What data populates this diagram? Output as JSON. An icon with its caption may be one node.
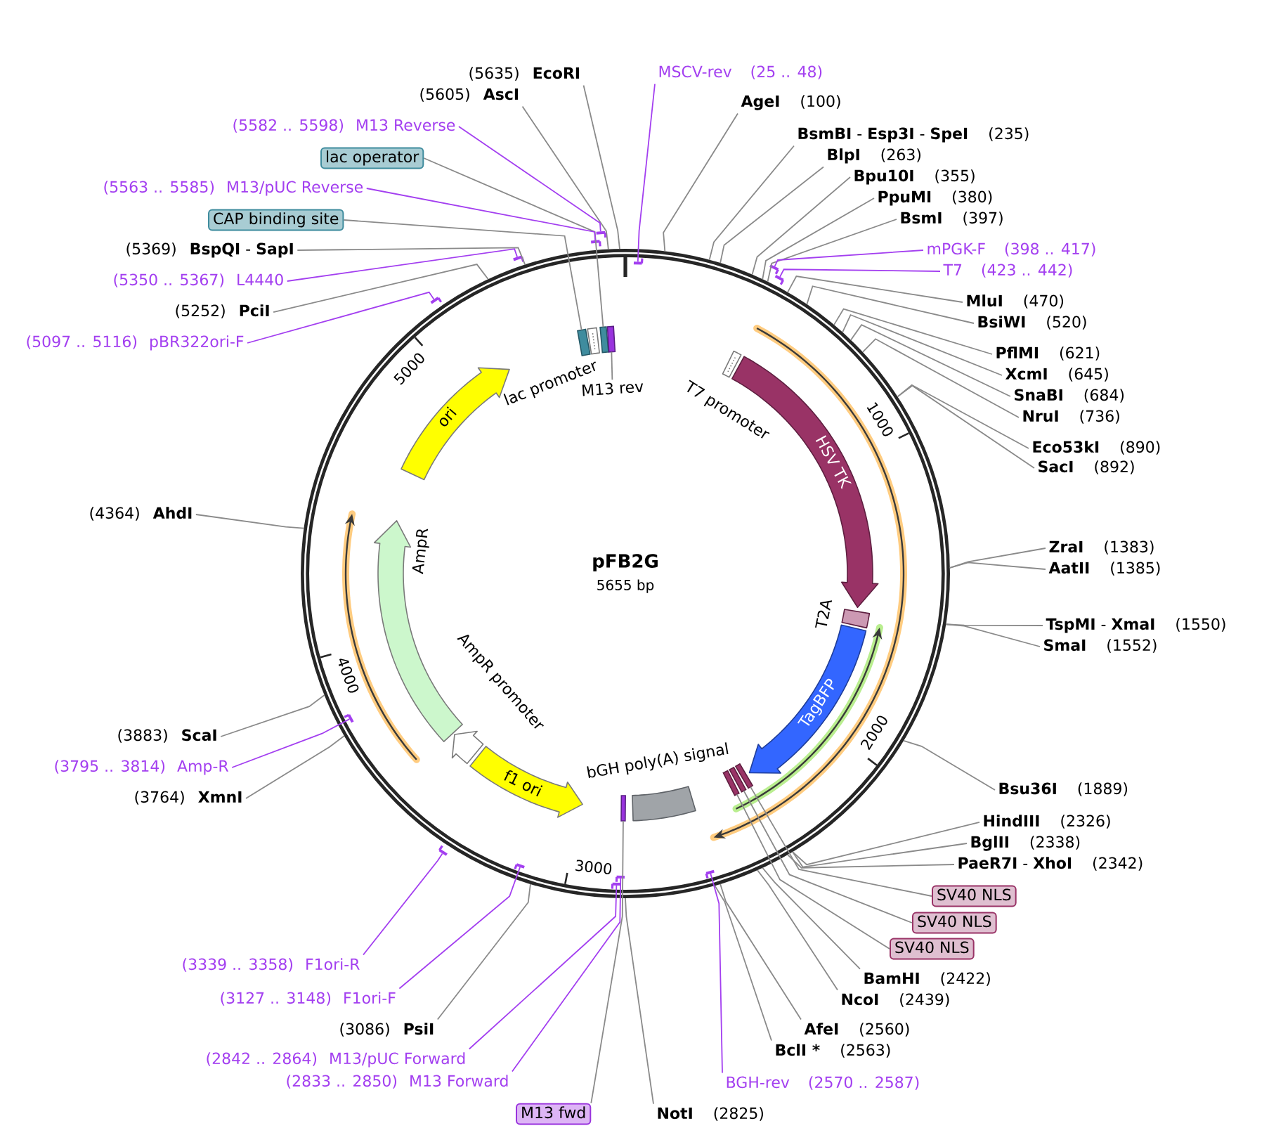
{
  "diagram": {
    "nodes": [
      {
        "text": [
          "pFB2G",
          "5655 bp"
        ]
      },
      {
        "text": [],
        "shape": "box",
        "in": 0
      },
      {
        "text": [
          "lac promoter"
        ],
        "in": 0
      },
      {
        "text": [],
        "shape": "box",
        "in": 0
      },
      {
        "text": [],
        "shape": "box",
        "in": 0
      },
      {
        "text": [
          "M13 rev"
        ],
        "in": 0
      },
      {
        "text": [
          "T7 promoter"
        ],
        "in": 0
      },
      {
        "text": [
          "HSV TK"
        ],
        "in": 0
      },
      {
        "text": [
          "T2A"
        ],
        "in": 0
      },
      {
        "text": [
          "TagBFP"
        ],
        "in": 0
      },
      {
        "text": [],
        "shape": "box",
        "in": 0
      },
      {
        "text": [],
        "shape": "box",
        "in": 0
      },
      {
        "text": [],
        "shape": "box",
        "in": 0
      },
      {
        "text": [
          "bGH poly(A) signal"
        ],
        "in": 0
      },
      {
        "text": [],
        "shape": "box",
        "in": 0
      },
      {
        "text": [
          "f1 ori"
        ],
        "in": 0
      },
      {
        "text": [
          "AmpR promoter"
        ],
        "in": 0
      },
      {
        "text": [
          "AmpR"
        ],
        "in": 0
      },
      {
        "text": [
          "ori"
        ],
        "in": 0
      },
      {
        "text": [
          "MSCV-rev",
          "(25 .. 48)"
        ]
      },
      {
        "text": [
          "(5635)",
          "EcoRI"
        ]
      },
      {
        "text": [
          "(5605)",
          "AscI"
        ]
      },
      {
        "text": [
          "AgeI",
          "(100)"
        ]
      },
      {
        "text": [
          "(5582 .. 5598)",
          "M13 Reverse"
        ]
      },
      {
        "text": [
          "**BsmBI** - **Esp3I** - **SpeI**",
          "(235)"
        ]
      },
      {
        "text": [
          "BlpI",
          "(263)"
        ]
      },
      {
        "text": [
          "lac operator"
        ]
      },
      {
        "text": [
          "Bpu10I",
          "(355)"
        ]
      },
      {
        "text": [
          "(5563 .. 5585)",
          "M13/pUC Reverse"
        ]
      },
      {
        "text": [
          "PpuMI",
          "(380)"
        ]
      },
      {
        "text": [
          "CAP binding site"
        ]
      },
      {
        "text": [
          "BsmI",
          "(397)"
        ]
      },
      {
        "text": [
          "(5369)",
          "**BspQI** - **SapI**"
        ]
      },
      {
        "text": [
          "mPGK-F",
          "(398 .. 417)"
        ]
      },
      {
        "text": [
          "T7",
          "(423 .. 442)"
        ]
      },
      {
        "text": [
          "(5350 .. 5367)",
          "L4440"
        ]
      },
      {
        "text": [
          "MluI",
          "(470)"
        ]
      },
      {
        "text": [
          "(5252)",
          "PciI"
        ]
      },
      {
        "text": [
          "BsiWI",
          "(520)"
        ]
      },
      {
        "text": [
          "(5097 .. 5116)",
          "pBR322ori-F"
        ]
      },
      {
        "text": [
          "PflMI",
          "(621)"
        ]
      },
      {
        "text": [
          "XcmI",
          "(645)"
        ]
      },
      {
        "text": [
          "SnaBI",
          "(684)"
        ]
      },
      {
        "text": [
          "NruI",
          "(736)"
        ]
      },
      {
        "text": [
          "Eco53kI",
          "(890)"
        ]
      },
      {
        "text": [
          "SacI",
          "(892)"
        ]
      },
      {
        "text": [
          "(4364)",
          "AhdI"
        ]
      },
      {
        "text": [
          "ZraI",
          "(1383)"
        ]
      },
      {
        "text": [
          "AatII",
          "(1385)"
        ]
      },
      {
        "text": [
          "**TspMI** - **XmaI**",
          "(1550)"
        ]
      },
      {
        "text": [
          "SmaI",
          "(1552)"
        ]
      },
      {
        "text": [
          "(3883)",
          "ScaI"
        ]
      },
      {
        "text": [
          "(3795 .. 3814)",
          "Amp-R"
        ]
      },
      {
        "text": [
          "Bsu36I",
          "(1889)"
        ]
      },
      {
        "text": [
          "(3764)",
          "XmnI"
        ]
      },
      {
        "text": [
          "HindIII",
          "(2326)"
        ]
      },
      {
        "text": [
          "BglII",
          "(2338)"
        ]
      },
      {
        "text": [
          "**PaeR7I** - **XhoI**",
          "(2342)"
        ]
      },
      {
        "text": [
          "SV40 NLS"
        ]
      },
      {
        "text": [
          "SV40 NLS"
        ]
      },
      {
        "text": [
          "SV40 NLS"
        ]
      },
      {
        "text": [
          "(3339 .. 3358)",
          "F1ori-R"
        ]
      },
      {
        "text": [
          "BamHI",
          "(2422)"
        ]
      },
      {
        "text": [
          "(3127 .. 3148)",
          "F1ori-F"
        ]
      },
      {
        "text": [
          "NcoI",
          "(2439)"
        ]
      },
      {
        "text": [
          "(3086)",
          "PsiI"
        ]
      },
      {
        "text": [
          "AfeI",
          "(2560)"
        ]
      },
      {
        "text": [
          "BclI *",
          "(2563)"
        ]
      },
      {
        "text": [
          "(2842 .. 2864)",
          "M13/pUC Forward"
        ]
      },
      {
        "text": [
          "(2833 .. 2850)",
          "M13 Forward"
        ]
      },
      {
        "text": [
          "BGH-rev",
          "(2570 .. 2587)"
        ]
      },
      {
        "text": [
          "M13 fwd"
        ]
      },
      {
        "text": [
          "NotI",
          "(2825)"
        ]
      },
      {
        "text": [],
        "shape": "bar",
        "in": 0
      },
      {
        "text": [],
        "shape": "bar"
      },
      {
        "text": [],
        "shape": "bar"
      },
      {
        "text": [],
        "shape": "bar",
        "in": 0
      },
      {
        "text": [],
        "shape": "bar",
        "in": 0
      },
      {
        "text": [],
        "shape": "bar",
        "in": 0
      },
      {
        "text": [],
        "shape": "bar",
        "in": 0
      },
      {
        "text": [],
        "shape": "bar",
        "in": 0
      },
      {
        "text": [],
        "shape": "bar",
        "in": 0
      },
      {
        "text": [],
        "shape": "bar",
        "in": 0
      },
      {
        "text": [],
        "shape": "bar",
        "in": 0
      },
      {
        "text": [],
        "shape": "bar",
        "in": 0
      },
      {
        "text": [],
        "shape": "bar",
        "in": 0
      }
    ],
    "edges": [
      {
        "from": 5,
        "to": 4,
        "arrow": "none"
      },
      {
        "from": 19,
        "to": 73,
        "arrow": "none",
        "color": "#a33ff0"
      },
      {
        "from": 20,
        "to": 0,
        "arrow": "none"
      },
      {
        "from": 21,
        "to": 0,
        "arrow": "none"
      },
      {
        "from": 22,
        "to": 0,
        "arrow": "none"
      },
      {
        "from": 23,
        "to": 74,
        "arrow": "none",
        "color": "#a33ff0"
      },
      {
        "from": 24,
        "to": 0,
        "arrow": "none"
      },
      {
        "from": 25,
        "to": 0,
        "arrow": "none"
      },
      {
        "from": 26,
        "to": 3,
        "arrow": "none"
      },
      {
        "from": 27,
        "to": 0,
        "arrow": "none"
      },
      {
        "from": 28,
        "to": 75,
        "arrow": "none",
        "color": "#a33ff0"
      },
      {
        "from": 29,
        "to": 0,
        "arrow": "none"
      },
      {
        "from": 30,
        "to": 1,
        "arrow": "none"
      },
      {
        "from": 31,
        "to": 0,
        "arrow": "none"
      },
      {
        "from": 32,
        "to": 0,
        "arrow": "none"
      },
      {
        "from": 33,
        "to": 76,
        "arrow": "none",
        "color": "#a33ff0"
      },
      {
        "from": 34,
        "to": 77,
        "arrow": "none",
        "color": "#a33ff0"
      },
      {
        "from": 35,
        "to": 78,
        "arrow": "none",
        "color": "#a33ff0"
      },
      {
        "from": 36,
        "to": 0,
        "arrow": "none"
      },
      {
        "from": 37,
        "to": 0,
        "arrow": "none"
      },
      {
        "from": 38,
        "to": 0,
        "arrow": "none"
      },
      {
        "from": 39,
        "to": 79,
        "arrow": "none",
        "color": "#a33ff0"
      },
      {
        "from": 40,
        "to": 0,
        "arrow": "none"
      },
      {
        "from": 41,
        "to": 0,
        "arrow": "none"
      },
      {
        "from": 42,
        "to": 0,
        "arrow": "none"
      },
      {
        "from": 43,
        "to": 0,
        "arrow": "none"
      },
      {
        "from": 44,
        "to": 0,
        "arrow": "none"
      },
      {
        "from": 45,
        "to": 0,
        "arrow": "none"
      },
      {
        "from": 46,
        "to": 0,
        "arrow": "none"
      },
      {
        "from": 47,
        "to": 0,
        "arrow": "none"
      },
      {
        "from": 48,
        "to": 0,
        "arrow": "none"
      },
      {
        "from": 49,
        "to": 0,
        "arrow": "none"
      },
      {
        "from": 50,
        "to": 0,
        "arrow": "none"
      },
      {
        "from": 51,
        "to": 0,
        "arrow": "none"
      },
      {
        "from": 52,
        "to": 80,
        "arrow": "none",
        "color": "#a33ff0"
      },
      {
        "from": 53,
        "to": 0,
        "arrow": "none"
      },
      {
        "from": 54,
        "to": 0,
        "arrow": "none"
      },
      {
        "from": 55,
        "to": 0,
        "arrow": "none"
      },
      {
        "from": 56,
        "to": 0,
        "arrow": "none"
      },
      {
        "from": 57,
        "to": 0,
        "arrow": "none"
      },
      {
        "from": 58,
        "to": 10,
        "arrow": "none"
      },
      {
        "from": 59,
        "to": 11,
        "arrow": "none"
      },
      {
        "from": 60,
        "to": 12,
        "arrow": "none"
      },
      {
        "from": 61,
        "to": 81,
        "arrow": "none",
        "color": "#a33ff0"
      },
      {
        "from": 62,
        "to": 0,
        "arrow": "none"
      },
      {
        "from": 63,
        "to": 82,
        "arrow": "none",
        "color": "#a33ff0"
      },
      {
        "from": 64,
        "to": 0,
        "arrow": "none"
      },
      {
        "from": 65,
        "to": 0,
        "arrow": "none"
      },
      {
        "from": 66,
        "to": 0,
        "arrow": "none"
      },
      {
        "from": 67,
        "to": 0,
        "arrow": "none"
      },
      {
        "from": 68,
        "to": 83,
        "arrow": "none",
        "color": "#a33ff0"
      },
      {
        "from": 69,
        "to": 84,
        "arrow": "none",
        "color": "#a33ff0"
      },
      {
        "from": 70,
        "to": 85,
        "arrow": "none",
        "color": "#a33ff0"
      },
      {
        "from": 71,
        "to": 14,
        "arrow": "none"
      },
      {
        "from": 72,
        "to": 0,
        "arrow": "none"
      }
    ],
    "labels": [
      "5000",
      "1000",
      "4000",
      "2000",
      "3000"
    ]
  }
}
